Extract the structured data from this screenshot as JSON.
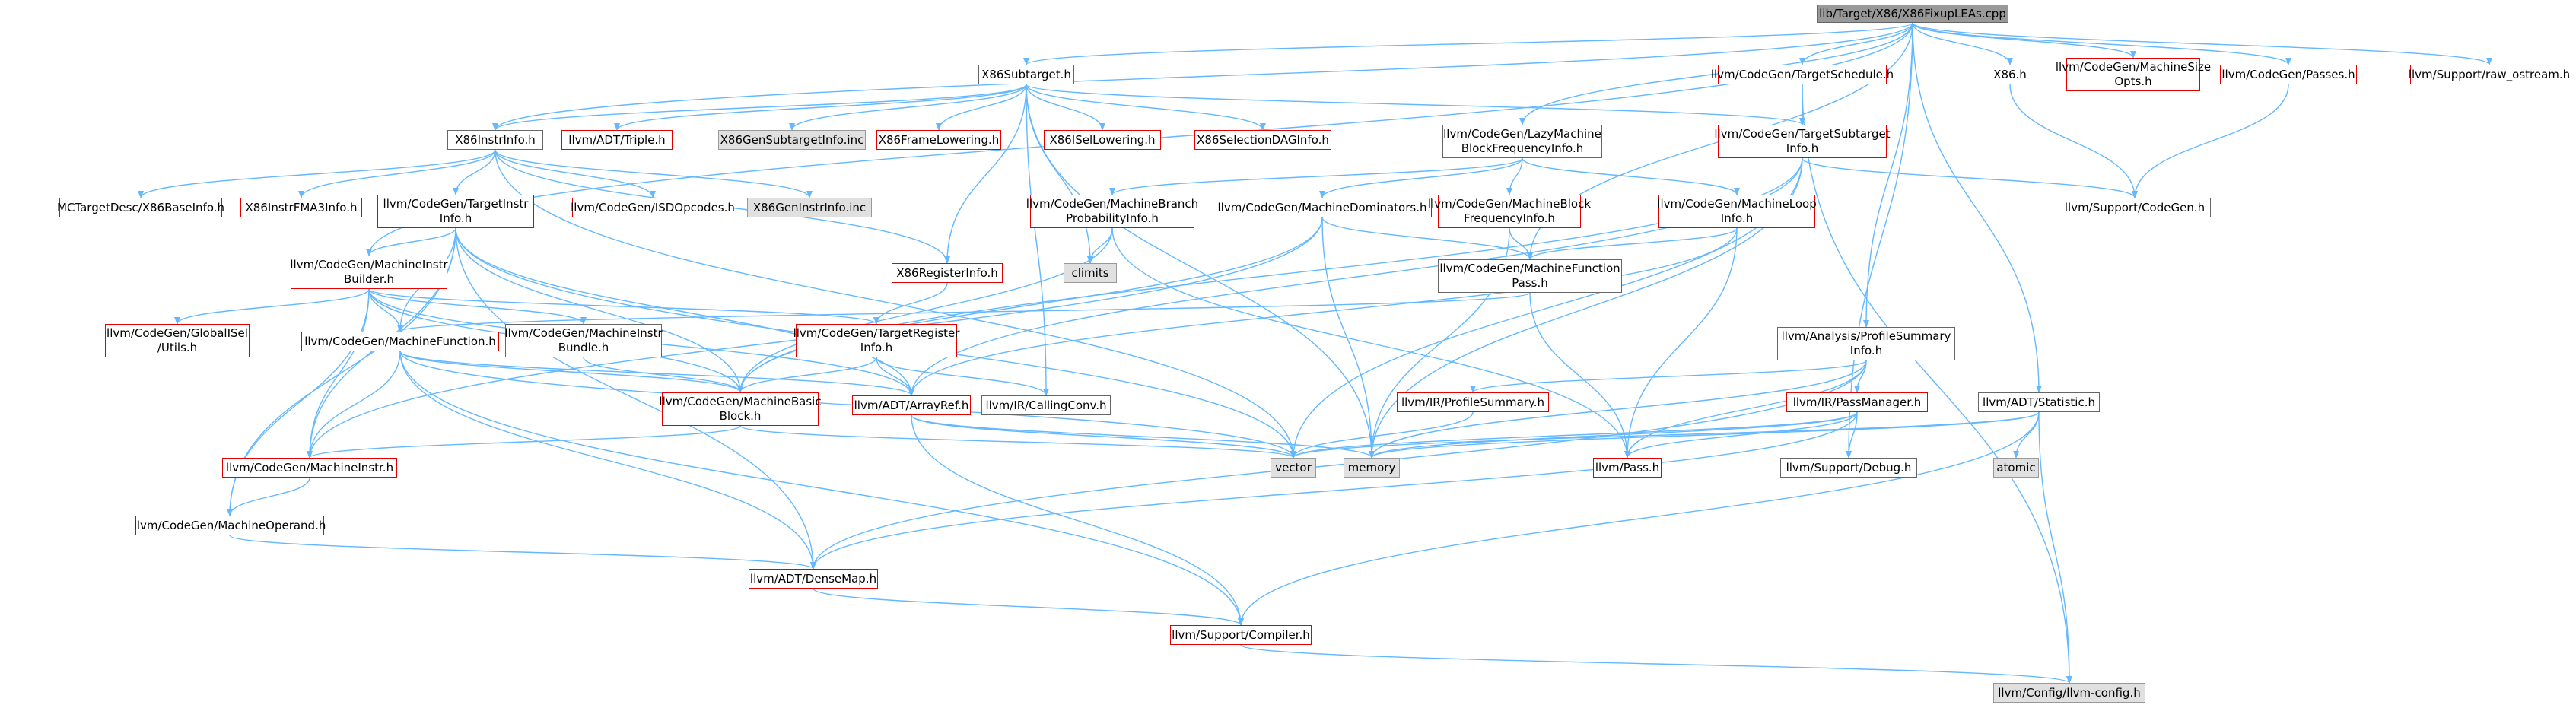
{
  "colors": {
    "edge": "#63b8ff",
    "red_border": "#e50000",
    "gray_fill": "#e0e0e0",
    "root_fill": "#999999"
  },
  "nodes": [
    {
      "id": "root",
      "lines": [
        "lib/Target/X86/X86FixupLEAs.cpp"
      ],
      "style": "root"
    },
    {
      "id": "x86subtarget",
      "lines": [
        "X86Subtarget.h"
      ],
      "style": "plain"
    },
    {
      "id": "targetschedule",
      "lines": [
        "llvm/CodeGen/TargetSchedule.h"
      ],
      "style": "red"
    },
    {
      "id": "x86h",
      "lines": [
        "X86.h"
      ],
      "style": "plain"
    },
    {
      "id": "machinesizeopts",
      "lines": [
        "llvm/CodeGen/MachineSize",
        "Opts.h"
      ],
      "style": "red"
    },
    {
      "id": "passes",
      "lines": [
        "llvm/CodeGen/Passes.h"
      ],
      "style": "red"
    },
    {
      "id": "rawostream",
      "lines": [
        "llvm/Support/raw_ostream.h"
      ],
      "style": "red"
    },
    {
      "id": "x86instrinfo",
      "lines": [
        "X86InstrInfo.h"
      ],
      "style": "plain"
    },
    {
      "id": "triple",
      "lines": [
        "llvm/ADT/Triple.h"
      ],
      "style": "red"
    },
    {
      "id": "x86gensubtargetinfo",
      "lines": [
        "X86GenSubtargetInfo.inc"
      ],
      "style": "gray"
    },
    {
      "id": "x86framelowering",
      "lines": [
        "X86FrameLowering.h"
      ],
      "style": "red"
    },
    {
      "id": "x86isellowering",
      "lines": [
        "X86ISelLowering.h"
      ],
      "style": "red"
    },
    {
      "id": "x86selectiondaginfo",
      "lines": [
        "X86SelectionDAGInfo.h"
      ],
      "style": "red"
    },
    {
      "id": "lazymbfi",
      "lines": [
        "llvm/CodeGen/LazyMachine",
        "BlockFrequencyInfo.h"
      ],
      "style": "plain"
    },
    {
      "id": "targetsubtargetinfo",
      "lines": [
        "llvm/CodeGen/TargetSubtarget",
        "Info.h"
      ],
      "style": "red"
    },
    {
      "id": "mctargetdesc",
      "lines": [
        "MCTargetDesc/X86BaseInfo.h"
      ],
      "style": "red"
    },
    {
      "id": "x86instrfma3",
      "lines": [
        "X86InstrFMA3Info.h"
      ],
      "style": "red"
    },
    {
      "id": "targetinstrinfo",
      "lines": [
        "llvm/CodeGen/TargetInstr",
        "Info.h"
      ],
      "style": "red"
    },
    {
      "id": "isdopcodes",
      "lines": [
        "llvm/CodeGen/ISDOpcodes.h"
      ],
      "style": "red"
    },
    {
      "id": "x86geninstrinfo",
      "lines": [
        "X86GenInstrInfo.inc"
      ],
      "style": "gray"
    },
    {
      "id": "mbpi",
      "lines": [
        "llvm/CodeGen/MachineBranch",
        "ProbabilityInfo.h"
      ],
      "style": "red"
    },
    {
      "id": "machinedominators",
      "lines": [
        "llvm/CodeGen/MachineDominators.h"
      ],
      "style": "red"
    },
    {
      "id": "mbfi",
      "lines": [
        "llvm/CodeGen/MachineBlock",
        "FrequencyInfo.h"
      ],
      "style": "red"
    },
    {
      "id": "machineloopinfo",
      "lines": [
        "llvm/CodeGen/MachineLoop",
        "Info.h"
      ],
      "style": "red"
    },
    {
      "id": "supportcodegen",
      "lines": [
        "llvm/Support/CodeGen.h"
      ],
      "style": "plain"
    },
    {
      "id": "climits",
      "lines": [
        "climits"
      ],
      "style": "gray"
    },
    {
      "id": "machinefunctionpass",
      "lines": [
        "llvm/CodeGen/MachineFunction",
        "Pass.h"
      ],
      "style": "plain"
    },
    {
      "id": "mibuilder",
      "lines": [
        "llvm/CodeGen/MachineInstr",
        "Builder.h"
      ],
      "style": "red"
    },
    {
      "id": "x86registerinfo",
      "lines": [
        "X86RegisterInfo.h"
      ],
      "style": "red"
    },
    {
      "id": "profilesummaryinfo",
      "lines": [
        "llvm/Analysis/ProfileSummary",
        "Info.h"
      ],
      "style": "plain"
    },
    {
      "id": "globalisel",
      "lines": [
        "llvm/CodeGen/GlobalISel",
        "/Utils.h"
      ],
      "style": "red"
    },
    {
      "id": "machinefunction",
      "lines": [
        "llvm/CodeGen/MachineFunction.h"
      ],
      "style": "red"
    },
    {
      "id": "mibundle",
      "lines": [
        "llvm/CodeGen/MachineInstr",
        "Bundle.h"
      ],
      "style": "plain"
    },
    {
      "id": "targetregisterinfo",
      "lines": [
        "llvm/CodeGen/TargetRegister",
        "Info.h"
      ],
      "style": "red"
    },
    {
      "id": "irprofilesummary",
      "lines": [
        "llvm/IR/ProfileSummary.h"
      ],
      "style": "red"
    },
    {
      "id": "passmanager",
      "lines": [
        "llvm/IR/PassManager.h"
      ],
      "style": "red"
    },
    {
      "id": "statistic",
      "lines": [
        "llvm/ADT/Statistic.h"
      ],
      "style": "plain"
    },
    {
      "id": "machinebasicblock",
      "lines": [
        "llvm/CodeGen/MachineBasic",
        "Block.h"
      ],
      "style": "red"
    },
    {
      "id": "arrayref",
      "lines": [
        "llvm/ADT/ArrayRef.h"
      ],
      "style": "red"
    },
    {
      "id": "callingconv",
      "lines": [
        "llvm/IR/CallingConv.h"
      ],
      "style": "plain"
    },
    {
      "id": "vector",
      "lines": [
        "vector"
      ],
      "style": "gray"
    },
    {
      "id": "memory",
      "lines": [
        "memory"
      ],
      "style": "gray"
    },
    {
      "id": "pass",
      "lines": [
        "llvm/Pass.h"
      ],
      "style": "red"
    },
    {
      "id": "supportdebug",
      "lines": [
        "llvm/Support/Debug.h"
      ],
      "style": "plain"
    },
    {
      "id": "atomic",
      "lines": [
        "atomic"
      ],
      "style": "gray"
    },
    {
      "id": "machineinstr",
      "lines": [
        "llvm/CodeGen/MachineInstr.h"
      ],
      "style": "red"
    },
    {
      "id": "machineoperand",
      "lines": [
        "llvm/CodeGen/MachineOperand.h"
      ],
      "style": "red"
    },
    {
      "id": "densemap",
      "lines": [
        "llvm/ADT/DenseMap.h"
      ],
      "style": "red"
    },
    {
      "id": "compiler",
      "lines": [
        "llvm/Support/Compiler.h"
      ],
      "style": "red"
    },
    {
      "id": "llvmconfig",
      "lines": [
        "llvm/Config/llvm-config.h"
      ],
      "style": "gray"
    }
  ],
  "edges": [
    [
      "root",
      "x86subtarget"
    ],
    [
      "root",
      "targetschedule"
    ],
    [
      "root",
      "x86h"
    ],
    [
      "root",
      "machinesizeopts"
    ],
    [
      "root",
      "passes"
    ],
    [
      "root",
      "rawostream"
    ],
    [
      "root",
      "x86instrinfo"
    ],
    [
      "root",
      "lazymbfi"
    ],
    [
      "root",
      "mibuilder"
    ],
    [
      "root",
      "machinefunctionpass"
    ],
    [
      "root",
      "profilesummaryinfo"
    ],
    [
      "root",
      "statistic"
    ],
    [
      "root",
      "supportdebug"
    ],
    [
      "x86subtarget",
      "x86instrinfo"
    ],
    [
      "x86subtarget",
      "triple"
    ],
    [
      "x86subtarget",
      "x86gensubtargetinfo"
    ],
    [
      "x86subtarget",
      "x86framelowering"
    ],
    [
      "x86subtarget",
      "x86isellowering"
    ],
    [
      "x86subtarget",
      "x86selectiondaginfo"
    ],
    [
      "x86subtarget",
      "targetsubtargetinfo"
    ],
    [
      "x86subtarget",
      "x86registerinfo"
    ],
    [
      "x86subtarget",
      "callingconv"
    ],
    [
      "x86subtarget",
      "climits"
    ],
    [
      "x86subtarget",
      "memory"
    ],
    [
      "targetschedule",
      "targetsubtargetinfo"
    ],
    [
      "targetschedule",
      "llvmconfig"
    ],
    [
      "x86h",
      "supportcodegen"
    ],
    [
      "passes",
      "supportcodegen"
    ],
    [
      "x86instrinfo",
      "mctargetdesc"
    ],
    [
      "x86instrinfo",
      "x86instrfma3"
    ],
    [
      "x86instrinfo",
      "targetinstrinfo"
    ],
    [
      "x86instrinfo",
      "isdopcodes"
    ],
    [
      "x86instrinfo",
      "x86geninstrinfo"
    ],
    [
      "x86instrinfo",
      "x86registerinfo"
    ],
    [
      "x86instrinfo",
      "vector"
    ],
    [
      "lazymbfi",
      "mbpi"
    ],
    [
      "lazymbfi",
      "machinedominators"
    ],
    [
      "lazymbfi",
      "mbfi"
    ],
    [
      "lazymbfi",
      "machineloopinfo"
    ],
    [
      "targetsubtargetinfo",
      "supportcodegen"
    ],
    [
      "targetsubtargetinfo",
      "machinebasicblock"
    ],
    [
      "targetsubtargetinfo",
      "arrayref"
    ],
    [
      "targetsubtargetinfo",
      "vector"
    ],
    [
      "targetsubtargetinfo",
      "memory"
    ],
    [
      "targetinstrinfo",
      "mibuilder"
    ],
    [
      "targetinstrinfo",
      "machinefunction"
    ],
    [
      "targetinstrinfo",
      "machinebasicblock"
    ],
    [
      "targetinstrinfo",
      "machineinstr"
    ],
    [
      "targetinstrinfo",
      "machineoperand"
    ],
    [
      "targetinstrinfo",
      "arrayref"
    ],
    [
      "targetinstrinfo",
      "densemap"
    ],
    [
      "targetinstrinfo",
      "vector"
    ],
    [
      "mbpi",
      "climits"
    ],
    [
      "mbpi",
      "machinebasicblock"
    ],
    [
      "mbpi",
      "pass"
    ],
    [
      "machinedominators",
      "machinefunctionpass"
    ],
    [
      "machinedominators",
      "machinebasicblock"
    ],
    [
      "machinedominators",
      "machineinstr"
    ],
    [
      "machinedominators",
      "memory"
    ],
    [
      "mbfi",
      "machinefunctionpass"
    ],
    [
      "mbfi",
      "memory"
    ],
    [
      "machineloopinfo",
      "machinefunctionpass"
    ],
    [
      "machineloopinfo",
      "pass"
    ],
    [
      "machineloopinfo",
      "arrayref"
    ],
    [
      "machinefunctionpass",
      "pass"
    ],
    [
      "machinefunctionpass",
      "machinefunction"
    ],
    [
      "mibuilder",
      "globalisel"
    ],
    [
      "mibuilder",
      "machinefunction"
    ],
    [
      "mibuilder",
      "mibundle"
    ],
    [
      "mibuilder",
      "targetregisterinfo"
    ],
    [
      "mibuilder",
      "machinebasicblock"
    ],
    [
      "mibuilder",
      "arrayref"
    ],
    [
      "mibuilder",
      "machineinstr"
    ],
    [
      "mibuilder",
      "machineoperand"
    ],
    [
      "x86registerinfo",
      "targetregisterinfo"
    ],
    [
      "profilesummaryinfo",
      "irprofilesummary"
    ],
    [
      "profilesummaryinfo",
      "passmanager"
    ],
    [
      "profilesummaryinfo",
      "pass"
    ],
    [
      "profilesummaryinfo",
      "densemap"
    ],
    [
      "profilesummaryinfo",
      "memory"
    ],
    [
      "machinefunction",
      "machinebasicblock"
    ],
    [
      "machinefunction",
      "arrayref"
    ],
    [
      "machinefunction",
      "machineinstr"
    ],
    [
      "machinefunction",
      "densemap"
    ],
    [
      "machinefunction",
      "compiler"
    ],
    [
      "machinefunction",
      "vector"
    ],
    [
      "mibundle",
      "machinebasicblock"
    ],
    [
      "targetregisterinfo",
      "machinebasicblock"
    ],
    [
      "targetregisterinfo",
      "arrayref"
    ],
    [
      "targetregisterinfo",
      "callingconv"
    ],
    [
      "irprofilesummary",
      "vector"
    ],
    [
      "passmanager",
      "pass"
    ],
    [
      "passmanager",
      "vector"
    ],
    [
      "passmanager",
      "memory"
    ],
    [
      "passmanager",
      "densemap"
    ],
    [
      "passmanager",
      "supportdebug"
    ],
    [
      "statistic",
      "atomic"
    ],
    [
      "statistic",
      "memory"
    ],
    [
      "statistic",
      "vector"
    ],
    [
      "statistic",
      "compiler"
    ],
    [
      "statistic",
      "llvmconfig"
    ],
    [
      "machinebasicblock",
      "machineinstr"
    ],
    [
      "machinebasicblock",
      "vector"
    ],
    [
      "arrayref",
      "compiler"
    ],
    [
      "arrayref",
      "vector"
    ],
    [
      "arrayref",
      "memory"
    ],
    [
      "machineinstr",
      "machineoperand"
    ],
    [
      "machineoperand",
      "densemap"
    ],
    [
      "densemap",
      "compiler"
    ],
    [
      "compiler",
      "llvmconfig"
    ]
  ]
}
